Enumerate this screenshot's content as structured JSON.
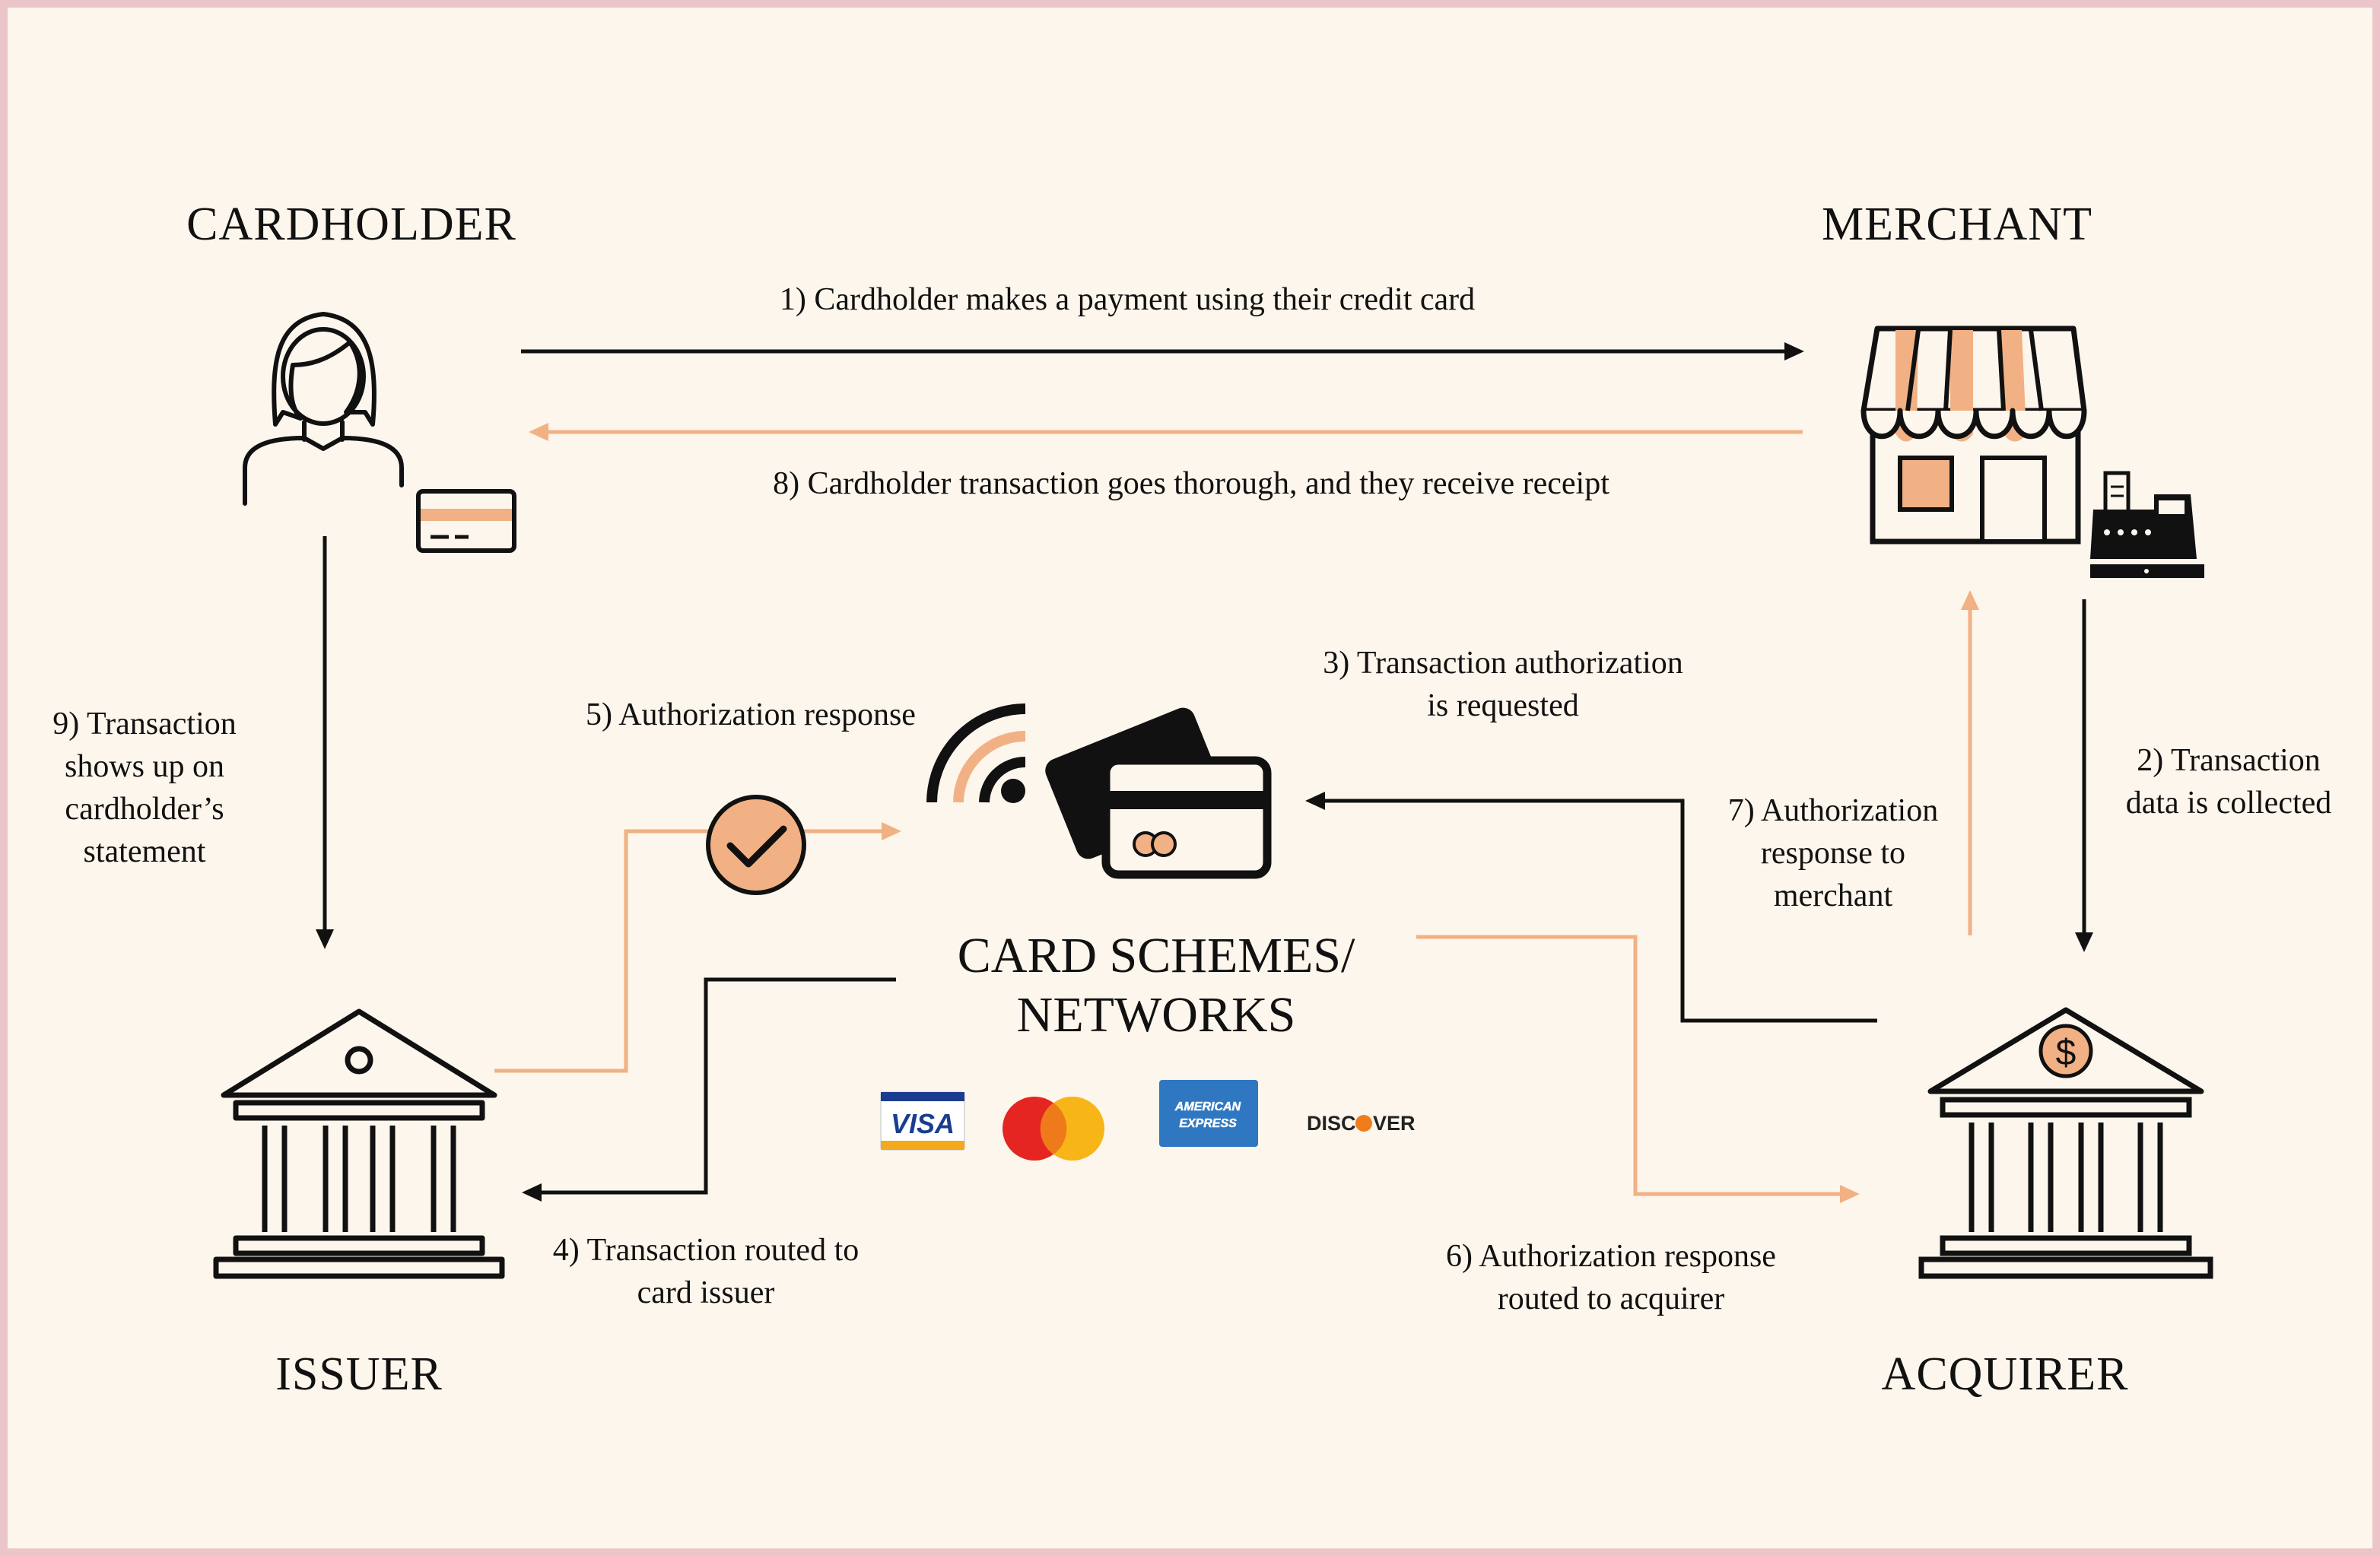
{
  "colors": {
    "background": "#fdf6ec",
    "frame": "#ecc5ca",
    "accent": "#f1b184",
    "ink": "#111111"
  },
  "parties": {
    "cardholder": "CARDHOLDER",
    "merchant": "MERCHANT",
    "issuer": "ISSUER",
    "acquirer": "ACQUIRER"
  },
  "hub": {
    "line1": "CARD SCHEMES/",
    "line2": "NETWORKS"
  },
  "steps": {
    "s1": "1) Cardholder makes a payment using their credit card",
    "s2": {
      "line1": "2) Transaction",
      "line2": "data is collected"
    },
    "s3": {
      "line1": "3) Transaction authorization",
      "line2": "is requested"
    },
    "s4": {
      "line1": "4) Transaction routed to",
      "line2": "card issuer"
    },
    "s5": "5) Authorization response",
    "s6": {
      "line1": "6) Authorization response",
      "line2": "routed to acquirer"
    },
    "s7": {
      "line1": "7) Authorization",
      "line2": "response to",
      "line3": "merchant"
    },
    "s8": "8) Cardholder transaction goes thorough, and they receive receipt",
    "s9": {
      "line1": "9) Transaction",
      "line2": "shows up on",
      "line3": "cardholder’s",
      "line4": "statement"
    }
  },
  "brand_logos": {
    "visa": "VISA",
    "amex": "AMERICAN EXPRESS",
    "discover": "DISCOVER"
  },
  "icons": [
    "cardholder-person-icon",
    "credit-card-icon",
    "storefront-icon",
    "cash-register-icon",
    "issuer-bank-icon",
    "acquirer-bank-icon",
    "contactless-card-icon",
    "checkmark-icon"
  ]
}
